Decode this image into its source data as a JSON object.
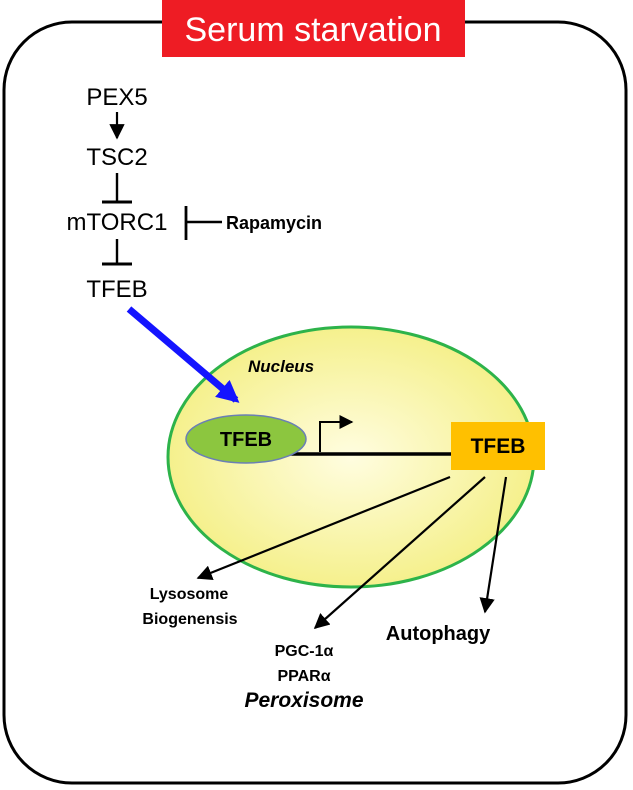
{
  "title": "Serum starvation",
  "pathway": {
    "upstream": "PEX5",
    "intermediate": "TSC2",
    "kinase": "mTORC1",
    "inhibitor": "Rapamycin",
    "factor": "TFEB"
  },
  "nucleus": {
    "label": "Nucleus",
    "tfeb_bound_label": "TFEB",
    "tfeb_target_label": "TFEB"
  },
  "outcomes": {
    "lysosome_line1": "Lysosome",
    "lysosome_line2": "Biogenensis",
    "pgc": "PGC-1α",
    "ppar": "PPARα",
    "peroxisome": "Peroxisome",
    "autophagy": "Autophagy"
  },
  "colors": {
    "title_background": "#ee1c24",
    "cell_border": "#000000",
    "nucleus_fill_inner": "#fffde0",
    "nucleus_fill_outer": "#f4ef84",
    "nucleus_border": "#2db34a",
    "tfeb_oval_fill": "#8cc63f",
    "tfeb_oval_border": "#6a7fb5",
    "tfeb_box_fill": "#ffc000",
    "translocation_arrow": "#1414ff"
  }
}
